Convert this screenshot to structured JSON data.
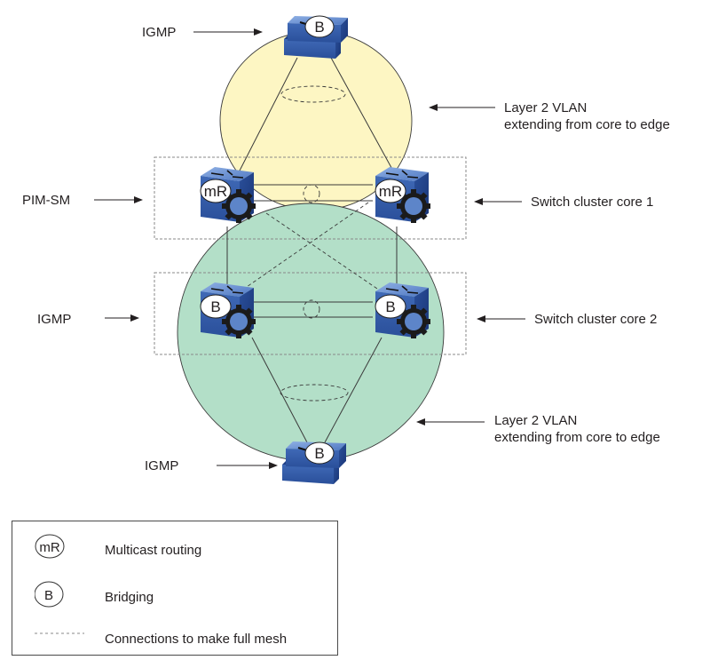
{
  "colors": {
    "vlan_top_fill": "#fdf6c3",
    "vlan_bottom_fill": "#b3dfc8",
    "switch_blue": "#3a64b0",
    "switch_dark": "#1f3f86",
    "switch_light": "#7b9fd6",
    "line": "#3a3a3a",
    "dash": "#8a8a8a"
  },
  "annotations": {
    "igmp_top": "IGMP",
    "vlan_top_line1": "Layer 2 VLAN",
    "vlan_top_line2": "extending from core to edge",
    "pim_sm": "PIM-SM",
    "core1": "Switch cluster core 1",
    "igmp_mid": "IGMP",
    "core2": "Switch cluster core 2",
    "vlan_bottom_line1": "Layer 2 VLAN",
    "vlan_bottom_line2": "extending from core to edge",
    "igmp_bottom": "IGMP"
  },
  "nodes": {
    "edge_top": {
      "type": "edge-switch",
      "badge": "B"
    },
    "core1_left": {
      "type": "routing-switch",
      "badge": "mR"
    },
    "core1_right": {
      "type": "routing-switch",
      "badge": "mR"
    },
    "core2_left": {
      "type": "routing-switch",
      "badge": "B"
    },
    "core2_right": {
      "type": "routing-switch",
      "badge": "B"
    },
    "edge_bottom": {
      "type": "edge-switch",
      "badge": "B"
    }
  },
  "legend": {
    "items": [
      {
        "symbol": "mR",
        "icon": "multicast-routing-badge-icon",
        "label": "Multicast routing"
      },
      {
        "symbol": "B",
        "icon": "bridging-badge-icon",
        "label": "Bridging"
      },
      {
        "symbol": "",
        "icon": "dashed-line-icon",
        "label": "Connections to make full mesh"
      }
    ]
  }
}
